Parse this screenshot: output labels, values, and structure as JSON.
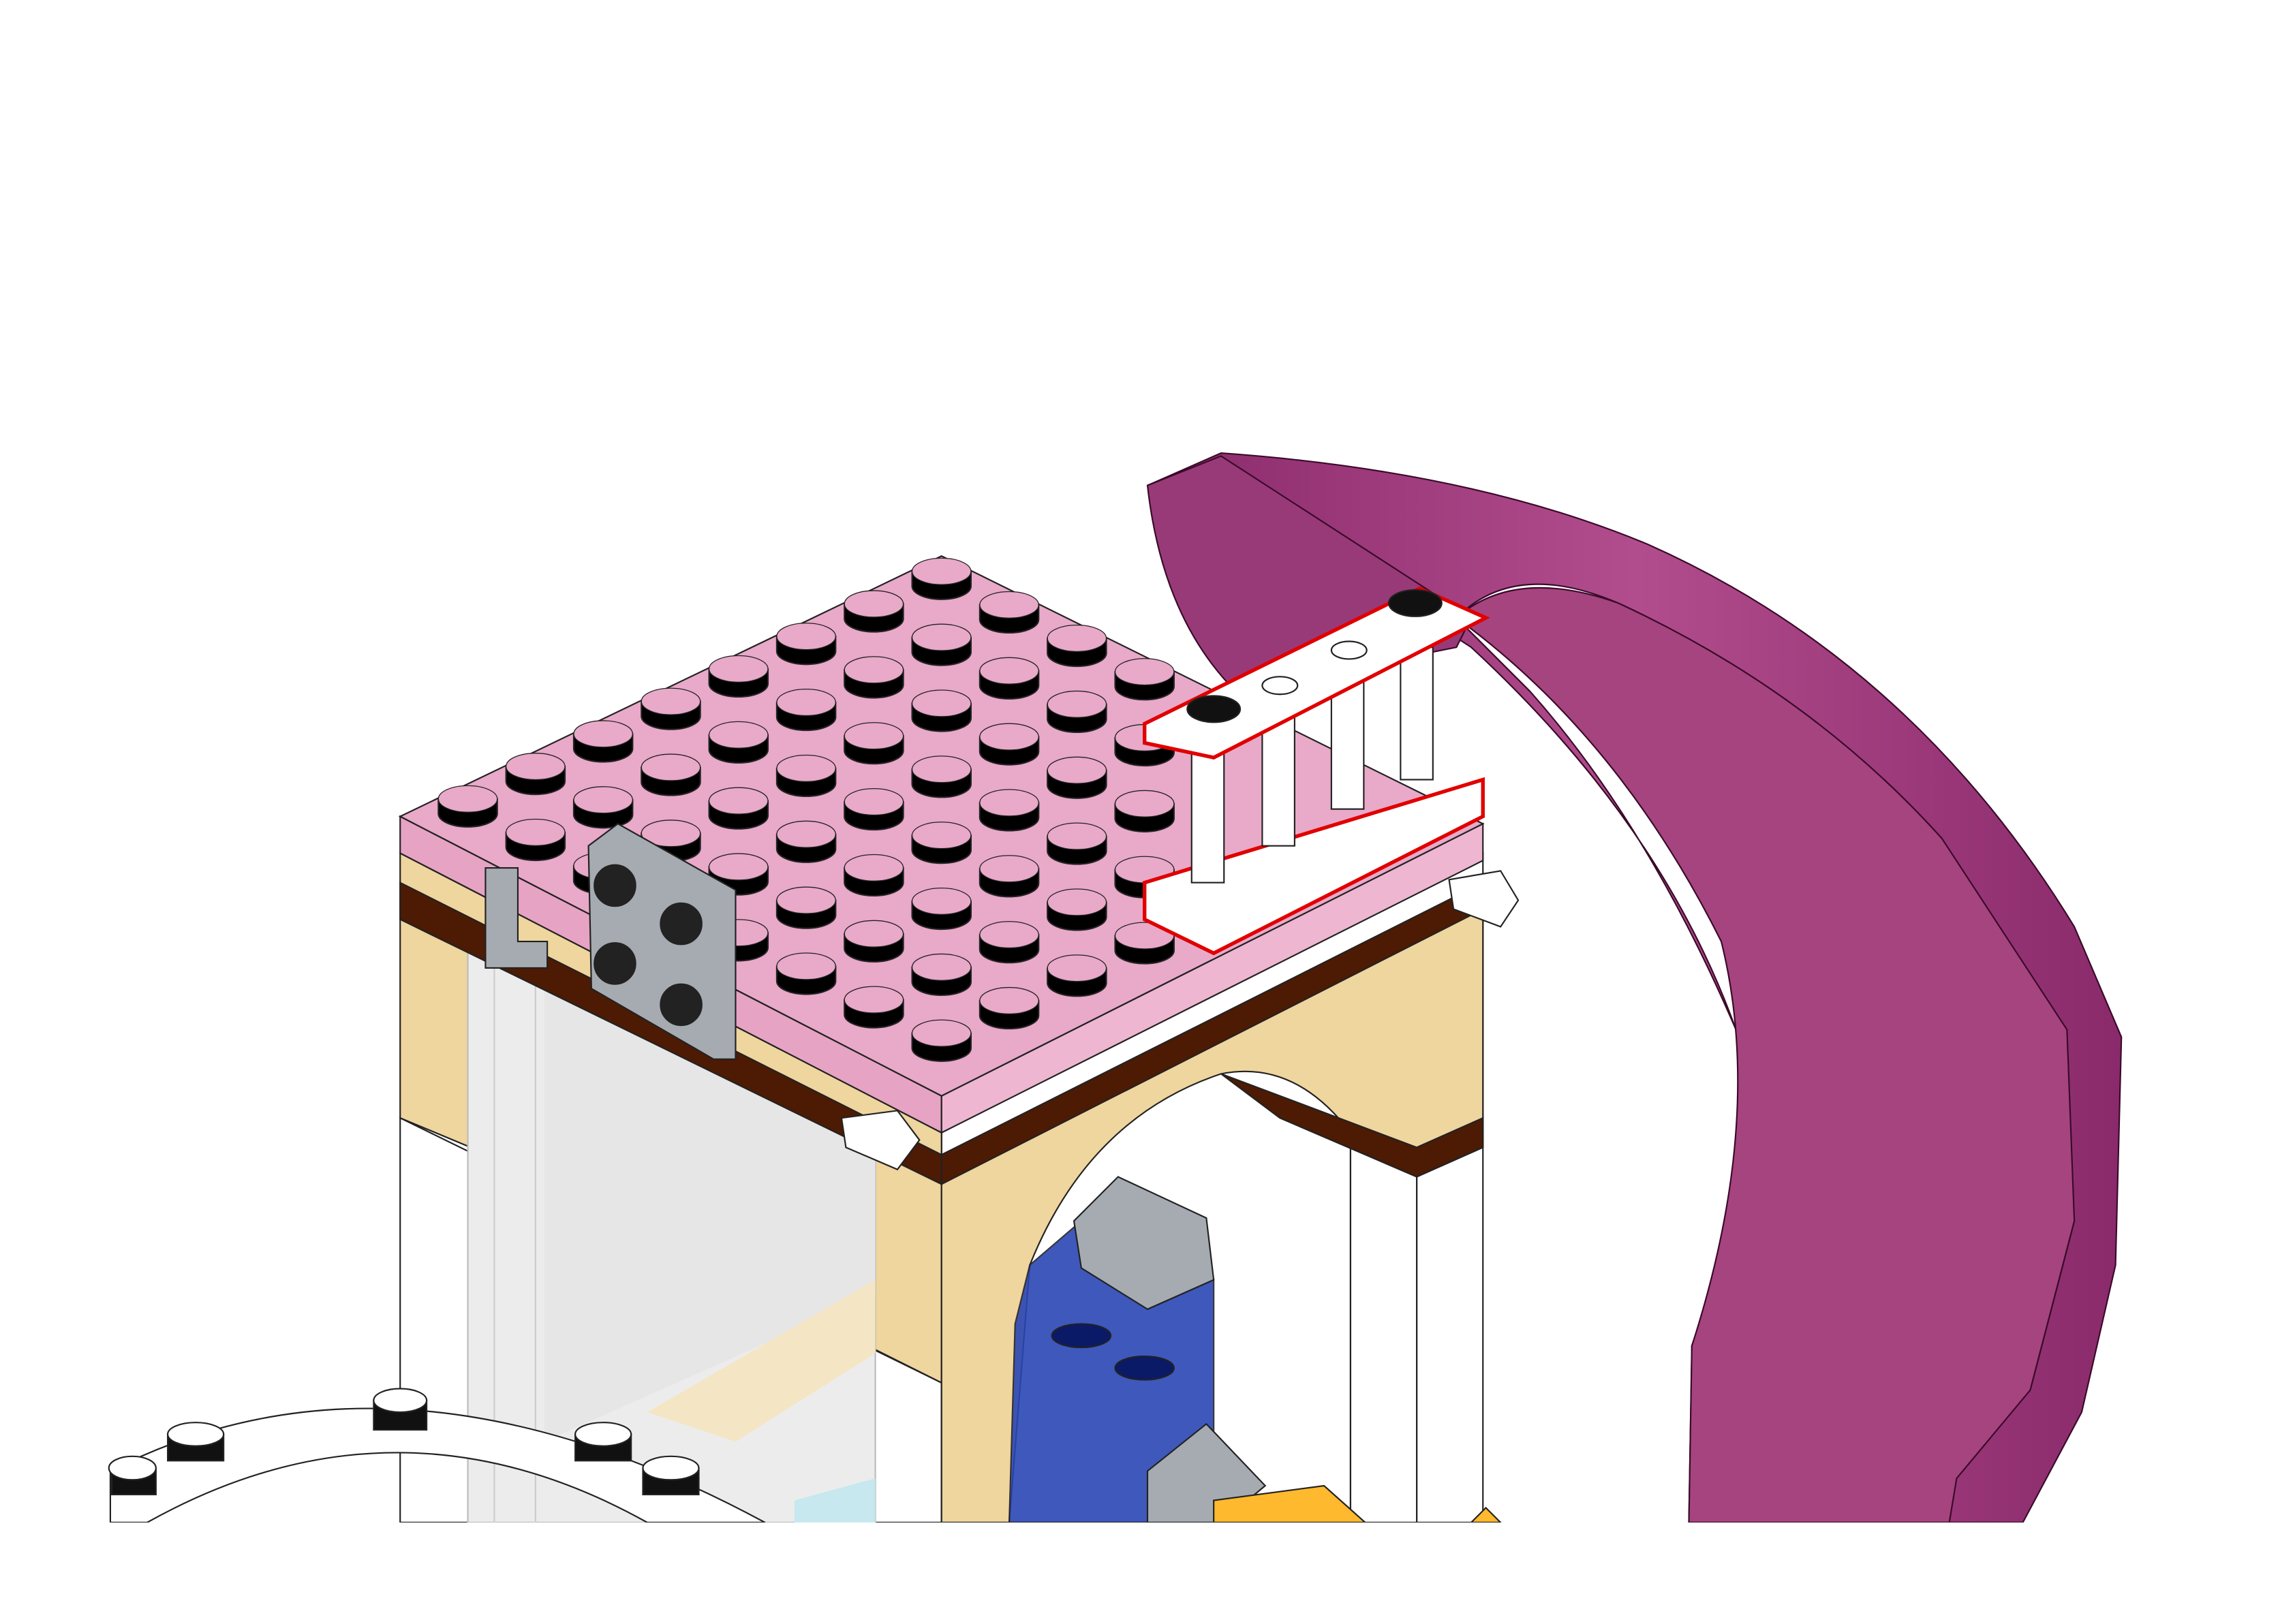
{
  "scene": {
    "colors": {
      "plate_pink": "#e9a9c9",
      "plate_pink_side": "#e7a3c4",
      "wall_tan": "#efd59e",
      "stripe_brown": "#4d1a04",
      "slide_purple": "#a3437f",
      "slide_dark": "#8a2a6b",
      "brick_blue": "#2a46b5",
      "slope_grey": "#a6abb2",
      "tile_orange": "#ffb92e",
      "highlight_red": "#e00000",
      "glass": "#e8e8e8",
      "stud_black": "#000000"
    },
    "stud_grid": {
      "rows": 8,
      "cols": 8
    },
    "highlighted_part": "fence"
  }
}
